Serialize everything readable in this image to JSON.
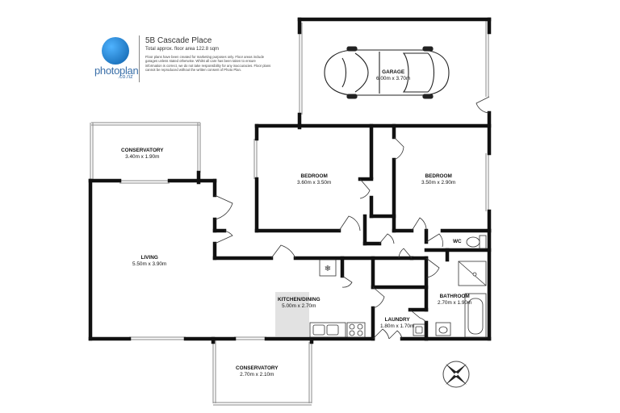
{
  "header": {
    "brand": "photoplan",
    "brand_sub": ".co.nz",
    "address": "5B Cascade Place",
    "total_area": "Total approx. floor area 122.8 sqm",
    "disclaimer": "Floor plans have been created for marketing purposes only. Floor areas include garages unless stated otherwise. Whilst all care has been taken to ensure information is correct, we do not take responsibility for any inaccuracies. Floor plans cannot be reproduced without the written consent of Photo Plan."
  },
  "rooms": {
    "garage": {
      "name": "GARAGE",
      "size": "6.00m x 3.70m"
    },
    "conservatory_top": {
      "name": "CONSERVATORY",
      "size": "3.40m x 1.90m"
    },
    "bedroom_1": {
      "name": "BEDROOM",
      "size": "3.60m x 3.50m"
    },
    "bedroom_2": {
      "name": "BEDROOM",
      "size": "3.50m x 2.90m"
    },
    "living": {
      "name": "LIVING",
      "size": "5.50m x 3.90m"
    },
    "wc": {
      "name": "WC",
      "size": ""
    },
    "kitchen": {
      "name": "KITCHEN/DINING",
      "size": "5.00m x 2.70m"
    },
    "bathroom": {
      "name": "BATHROOM",
      "size": "2.70m x 1.90m"
    },
    "laundry": {
      "name": "LAUNDRY",
      "size": "1.80m x 1.70m"
    },
    "conservatory_bottom": {
      "name": "CONSERVATORY",
      "size": "2.70m x 2.10m"
    }
  },
  "icons": [
    "car-icon",
    "compass-icon",
    "stove-icon",
    "sink-icon",
    "toilet-icon",
    "bathtub-icon",
    "shower-icon"
  ],
  "colors": {
    "wall": "#111111",
    "window": "#8a8a8a",
    "kitchen_floor": "#e2e2e2",
    "logo": "#1f7bd1"
  }
}
